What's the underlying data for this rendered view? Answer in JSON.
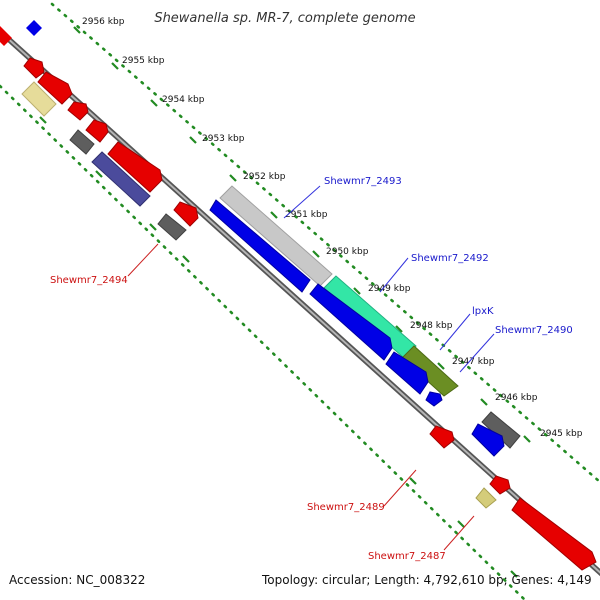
{
  "title": "Shewanella sp. MR-7, complete genome",
  "footer": {
    "accession": "Accession: NC_008322",
    "summary": "Topology: circular; Length: 4,792,610 bp; Genes: 4,149"
  },
  "ticks": [
    "2956 kbp",
    "2955 kbp",
    "2954 kbp",
    "2953 kbp",
    "2952 kbp",
    "2951 kbp",
    "2950 kbp",
    "2949 kbp",
    "2948 kbp",
    "2947 kbp",
    "2946 kbp",
    "2945 kbp"
  ],
  "gene_labels": [
    {
      "text": "Shewmr7_2493",
      "color": "#1a1acc"
    },
    {
      "text": "Shewmr7_2492",
      "color": "#1a1acc"
    },
    {
      "text": "lpxK",
      "color": "#1a1acc"
    },
    {
      "text": "Shewmr7_2490",
      "color": "#1a1acc"
    },
    {
      "text": "Shewmr7_2494",
      "color": "#cc1111"
    },
    {
      "text": "Shewmr7_2489",
      "color": "#cc1111"
    },
    {
      "text": "Shewmr7_2487",
      "color": "#cc1111"
    }
  ],
  "colors": {
    "forward_strand_feature": "#0000e6",
    "reverse_strand_feature": "#ff0000",
    "grey_feature": "#666666",
    "light_grey_feature": "#c8c8c8",
    "teal_feature": "#33e6a6",
    "olive_feature": "#6b8e23",
    "khaki_feature": "#e6dc9a",
    "slate_feature": "#4b4b9c",
    "backbone": "#7a7a7a",
    "dotted_track": "#228b22"
  }
}
